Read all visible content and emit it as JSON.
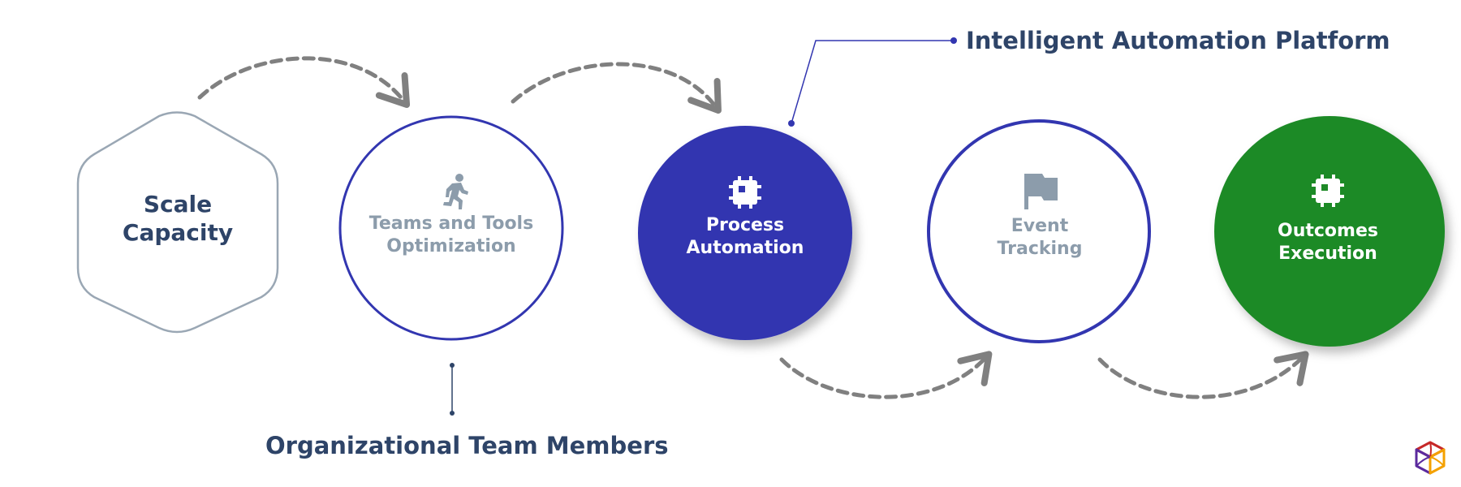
{
  "colors": {
    "primary_blue": "#3236b0",
    "success_green": "#1e8a27",
    "text_navy": "#2e4468",
    "muted_gray": "#8c9cab",
    "hexagon_stroke": "#9aa7b4",
    "arrow_gray": "#808080",
    "white": "#ffffff"
  },
  "nodes": [
    {
      "id": "scale-capacity",
      "shape": "hexagon",
      "style": "outline-gray",
      "icon": "none",
      "lines": [
        "Scale",
        "Capacity"
      ]
    },
    {
      "id": "teams-tools",
      "shape": "circle",
      "style": "outline-blue",
      "icon": "running-person-icon",
      "lines": [
        "Teams and Tools",
        "Optimization"
      ]
    },
    {
      "id": "process-automation",
      "shape": "circle",
      "style": "filled-blue",
      "icon": "chip-icon",
      "lines": [
        "Process",
        "Automation"
      ]
    },
    {
      "id": "event-tracking",
      "shape": "circle",
      "style": "outline-blue",
      "icon": "flag-icon",
      "lines": [
        "Event",
        "Tracking"
      ]
    },
    {
      "id": "outcomes-execution",
      "shape": "circle",
      "style": "filled-green",
      "icon": "chip-icon",
      "lines": [
        "Outcomes",
        "Execution"
      ]
    }
  ],
  "connectors": [
    {
      "from": "scale-capacity",
      "to": "teams-tools",
      "style": "dashed-arrow",
      "direction": "over"
    },
    {
      "from": "teams-tools",
      "to": "process-automation",
      "style": "dashed-arrow",
      "direction": "over"
    },
    {
      "from": "process-automation",
      "to": "event-tracking",
      "style": "dashed-arrow",
      "direction": "under"
    },
    {
      "from": "event-tracking",
      "to": "outcomes-execution",
      "style": "dashed-arrow",
      "direction": "under"
    }
  ],
  "callouts": {
    "platform": {
      "label": "Intelligent Automation Platform",
      "target": "process-automation"
    },
    "team_members": {
      "label": "Organizational Team Members",
      "target": "teams-tools"
    }
  },
  "logo": {
    "name": "cube-logo-icon"
  }
}
